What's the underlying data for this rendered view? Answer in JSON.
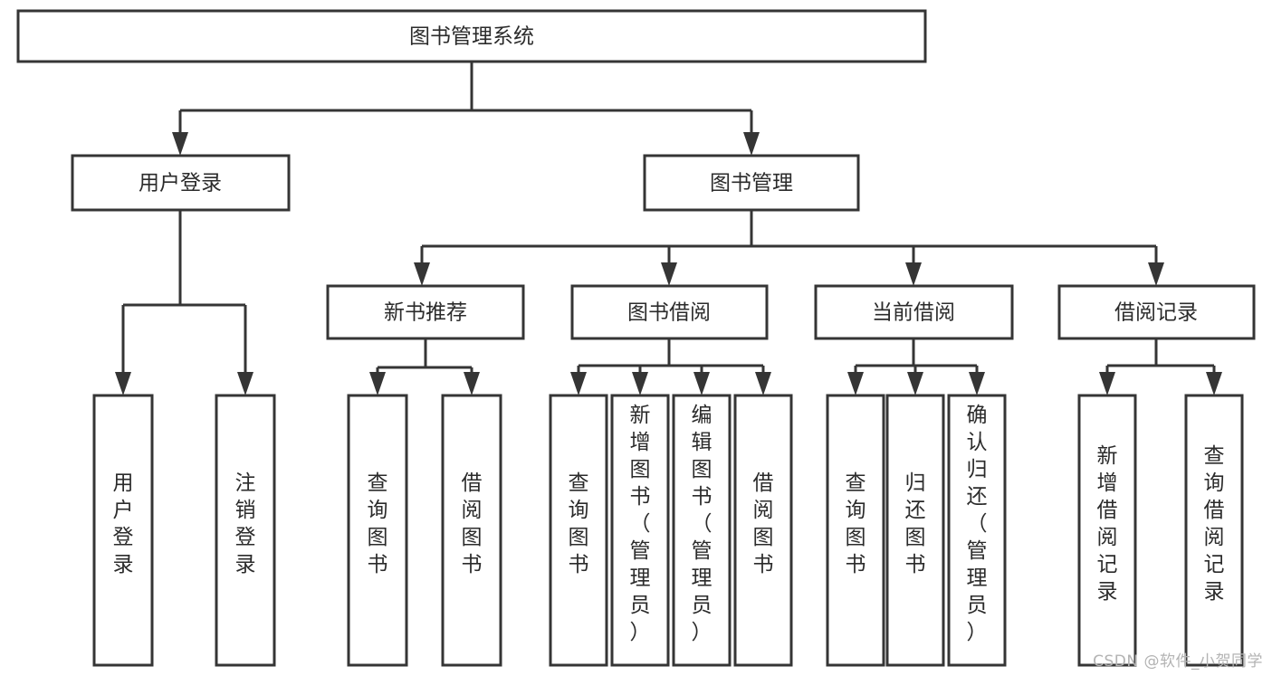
{
  "diagram": {
    "title": "图书管理系统",
    "watermark": "CSDN @软件_小贺同学",
    "colors": {
      "stroke": "#353535",
      "fill": "#ffffff",
      "text": "#2b2b2b",
      "watermark": "#b3b3b3"
    },
    "root": {
      "label": "图书管理系统",
      "orientation": "horizontal"
    },
    "level2": [
      {
        "label": "用户登录",
        "orientation": "horizontal"
      },
      {
        "label": "图书管理",
        "orientation": "horizontal"
      }
    ],
    "level3": [
      {
        "label": "新书推荐",
        "orientation": "horizontal",
        "parent": "图书管理"
      },
      {
        "label": "图书借阅",
        "orientation": "horizontal",
        "parent": "图书管理"
      },
      {
        "label": "当前借阅",
        "orientation": "horizontal",
        "parent": "图书管理"
      },
      {
        "label": "借阅记录",
        "orientation": "horizontal",
        "parent": "图书管理"
      }
    ],
    "leaves": {
      "用户登录": [
        {
          "label": "用户登录",
          "orientation": "vertical"
        },
        {
          "label": "注销登录",
          "orientation": "vertical"
        }
      ],
      "新书推荐": [
        {
          "label": "查询图书",
          "orientation": "vertical"
        },
        {
          "label": "借阅图书",
          "orientation": "vertical"
        }
      ],
      "图书借阅": [
        {
          "label": "查询图书",
          "orientation": "vertical"
        },
        {
          "label": "新增图书（管理员）",
          "orientation": "vertical"
        },
        {
          "label": "编辑图书（管理员）",
          "orientation": "vertical"
        },
        {
          "label": "借阅图书",
          "orientation": "vertical"
        }
      ],
      "当前借阅": [
        {
          "label": "查询图书",
          "orientation": "vertical"
        },
        {
          "label": "归还图书",
          "orientation": "vertical"
        },
        {
          "label": "确认归还（管理员）",
          "orientation": "vertical"
        }
      ],
      "借阅记录": [
        {
          "label": "新增借阅记录",
          "orientation": "vertical"
        },
        {
          "label": "查询借阅记录",
          "orientation": "vertical"
        }
      ]
    }
  },
  "nodes": {
    "root": "图书管理系统",
    "user_login": "用户登录",
    "book_manage": "图书管理",
    "new_book_rec": "新书推荐",
    "book_borrow": "图书借阅",
    "current_borrow": "当前借阅",
    "borrow_record": "借阅记录",
    "leaf_user_login": "用户登录",
    "leaf_user_logout": "注销登录",
    "leaf_nb_query": "查询图书",
    "leaf_nb_borrow": "借阅图书",
    "leaf_bb_query": "查询图书",
    "leaf_bb_add": "新增图书（管理员）",
    "leaf_bb_edit": "编辑图书（管理员）",
    "leaf_bb_borrow": "借阅图书",
    "leaf_cb_query": "查询图书",
    "leaf_cb_return": "归还图书",
    "leaf_cb_confirm": "确认归还（管理员）",
    "leaf_br_add": "新增借阅记录",
    "leaf_br_query": "查询借阅记录"
  }
}
